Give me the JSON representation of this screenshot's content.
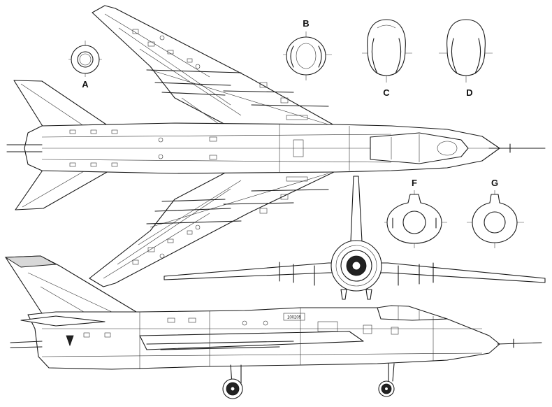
{
  "section_labels": {
    "a": "A",
    "b": "B",
    "c": "C",
    "d": "D",
    "f": "F",
    "g": "G"
  },
  "serial_marking": "100205",
  "colors": {
    "line": "#1a1a1a",
    "background": "#ffffff"
  }
}
